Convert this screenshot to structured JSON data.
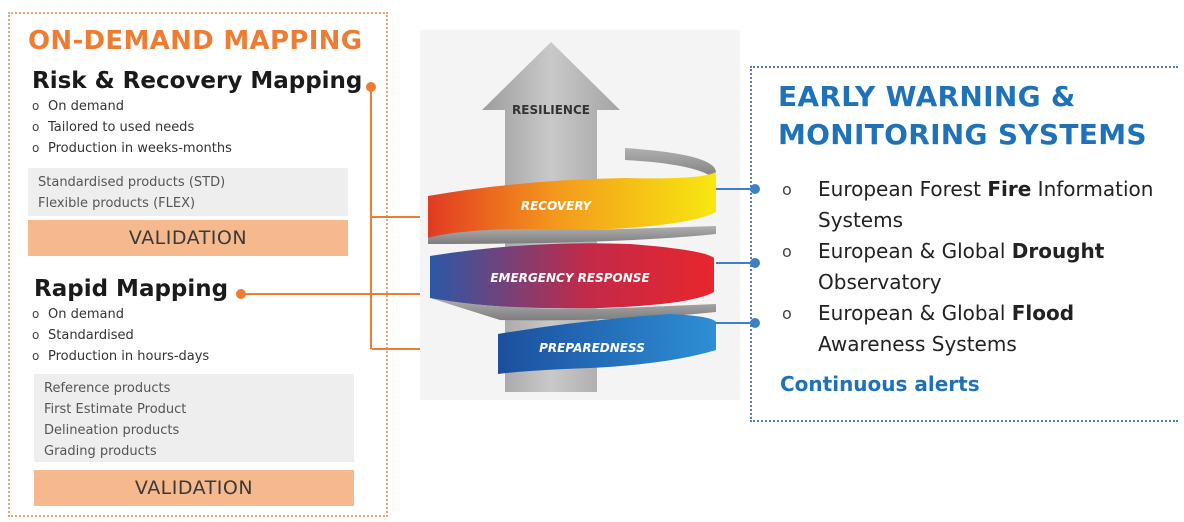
{
  "on_demand": {
    "title": "ON-DEMAND MAPPING",
    "risk_recovery": {
      "title": "Risk & Recovery Mapping",
      "bullets": [
        "On demand",
        "Tailored to used needs",
        "Production in weeks-months"
      ],
      "products": [
        "Standardised products (STD)",
        "Flexible products (FLEX)"
      ],
      "validation": "VALIDATION"
    },
    "rapid": {
      "title": "Rapid Mapping",
      "bullets": [
        "On demand",
        "Standardised",
        "Production in hours-days"
      ],
      "products": [
        "Reference products",
        "First Estimate Product",
        "Delineation products",
        "Grading products"
      ],
      "validation": "VALIDATION"
    }
  },
  "center": {
    "arrow_label": "RESILIENCE",
    "bands": [
      {
        "label": "RECOVERY",
        "color_top": "#f6e60c",
        "color_bottom": "#ee7a1e"
      },
      {
        "label": "EMERGENCY  RESPONSE",
        "color_top": "#e8262d",
        "color_bottom": "#2f5fb0"
      },
      {
        "label": "PREPAREDNESS",
        "color_top": "#2d8fd5",
        "color_bottom": "#1c4f9e"
      }
    ]
  },
  "early_warning": {
    "title_line1": "EARLY WARNING &",
    "title_line2": "MONITORING SYSTEMS",
    "items": [
      {
        "pre": "European Forest ",
        "bold": "Fire",
        "post": " Information Systems"
      },
      {
        "pre": "European & Global ",
        "bold": "Drought",
        "post": " Observatory"
      },
      {
        "pre": "European & Global ",
        "bold": "Flood",
        "post": " Awareness Systems"
      }
    ],
    "alerts": "Continuous alerts"
  },
  "colors": {
    "orange": "#ee7d34",
    "blue": "#1f71b8"
  }
}
